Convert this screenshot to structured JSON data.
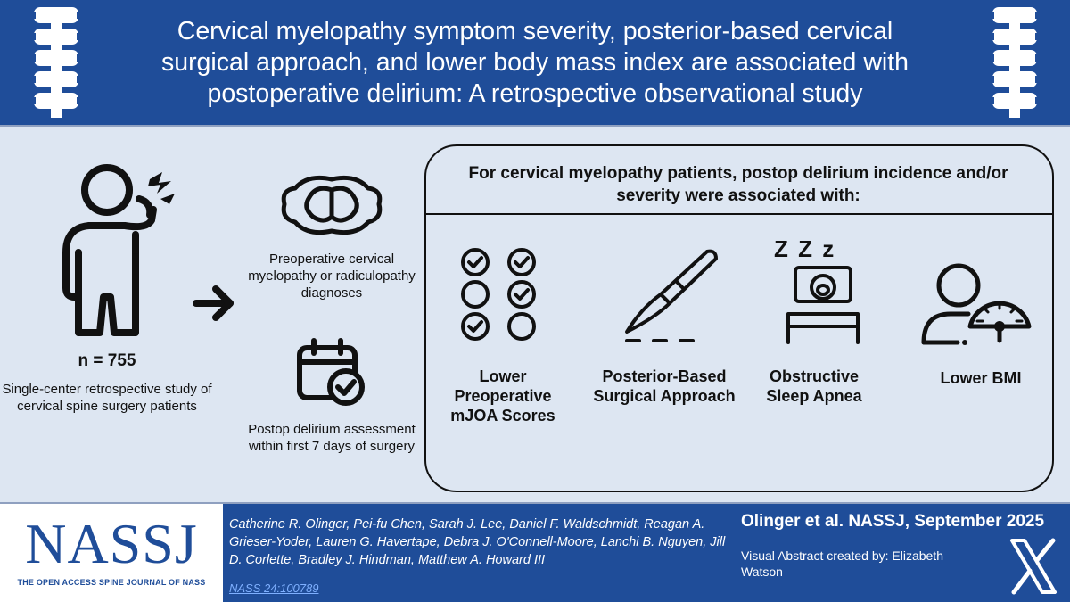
{
  "header": {
    "title": "Cervical myelopathy symptom severity, posterior-based cervical surgical approach, and lower body mass index are associated with postoperative delirium: A retrospective observational study"
  },
  "study": {
    "n": "n = 755",
    "description": "Single-center retrospective study of cervical spine surgery patients",
    "diagnoses": "Preoperative cervical myelopathy or radiculopathy diagnoses",
    "assessment": "Postop delirium assessment within first 7 days of surgery"
  },
  "findings": {
    "heading": "For cervical myelopathy patients, postop delirium incidence and/or severity were associated with:",
    "items": [
      {
        "label": "Lower Preoperative mJOA Scores",
        "icon": "checklist-icon"
      },
      {
        "label": "Posterior-Based Surgical Approach",
        "icon": "scalpel-icon"
      },
      {
        "label": "Obstructive Sleep Apnea",
        "icon": "sleeping-person-icon"
      },
      {
        "label": "Lower BMI",
        "icon": "person-gauge-icon"
      }
    ],
    "sleep_letters": "Z Z z"
  },
  "footer": {
    "logo": "NASSJ",
    "logo_subtitle": "THE OPEN ACCESS SPINE JOURNAL OF NASS",
    "authors": "Catherine R. Olinger, Pei-fu Chen, Sarah J. Lee, Daniel F. Waldschmidt, Reagan A. Grieser-Yoder, Lauren G. Havertape, Debra J. O'Connell-Moore, Lanchi B. Nguyen, Jill D. Corlette, Bradley J. Hindman, Matthew A. Howard III",
    "reference": "NASS 24:100789",
    "citation": "Olinger et al. NASSJ, September 2025",
    "created_by": "Visual Abstract created by: Elizabeth Watson"
  },
  "colors": {
    "brand_blue": "#1f4d99",
    "background": "#dde6f2",
    "link": "#7fb0ff"
  }
}
